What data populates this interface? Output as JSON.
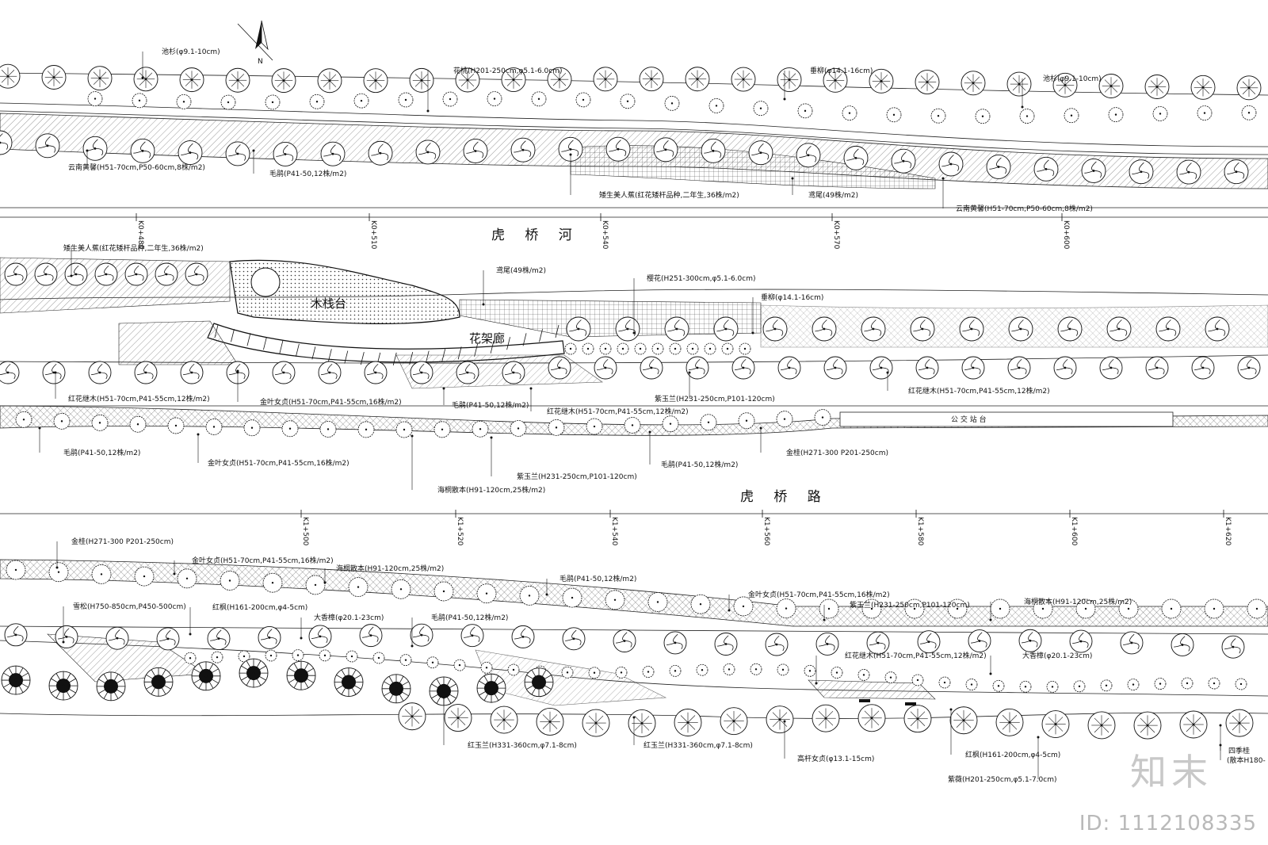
{
  "roads": {
    "river": "虎 桥 河",
    "road": "虎 桥 路"
  },
  "features": {
    "deck": "木栈台",
    "pergola": "花架廊",
    "bus_stop": "公 交 站 台"
  },
  "stations_top": [
    "K0+480",
    "K0+510",
    "K0+540",
    "K0+570",
    "K0+600"
  ],
  "stations_bottom": [
    "K1+500",
    "K1+520",
    "K1+540",
    "K1+560",
    "K1+580",
    "K1+600",
    "K1+620"
  ],
  "labels": {
    "b1_chishan_a": "池杉(φ9.1-10cm)",
    "b1_huatao": "花桃(H201-250cm,φ5.1-6.0cm)",
    "b1_chuiliu": "垂柳(φ14.1-16cm)",
    "b1_chishan_b": "池杉(φ9.1-10cm)",
    "b1_yunnan_a": "云南黄馨(H51-70cm,P50-60cm,8株/m2)",
    "b1_maojuan": "毛鹃(P41-50,12株/m2)",
    "b1_aisheng": "矮生美人蕉(红花矮杆品种,二年生,36株/m2)",
    "b1_yuanwei": "鸢尾(49株/m2)",
    "b1_yunnan_b": "云南黄馨(H51-70cm,P50-60cm,8株/m2)",
    "b2_aisheng": "矮生美人蕉(红花矮杆品种,二年生,36株/m2)",
    "b2_yuanwei": "鸢尾(49株/m2)",
    "b2_yinghua": "樱花(H251-300cm,φ5.1-6.0cm)",
    "b2_chuiliu": "垂柳(φ14.1-16cm)",
    "b2_hongji_a": "红花继木(H51-70cm,P41-55cm,12株/m2)",
    "b2_jinye_a": "金叶女贞(H51-70cm,P41-55cm,16株/m2)",
    "b2_maojuan_a": "毛鹃(P41-50,12株/m2)",
    "b2_hongji_b": "红花继木(H51-70cm,P41-55cm,12株/m2)",
    "b2_ziyulan_a": "紫玉兰(H231-250cm,P101-120cm)",
    "b2_hongji_c": "红花继木(H51-70cm,P41-55cm,12株/m2)",
    "b2_jingui": "金桂(H271-300 P201-250cm)",
    "b2_maojuan_b": "毛鹃(P41-50,12株/m2)",
    "b2_jinye_b": "金叶女贞(H51-70cm,P41-55cm,16株/m2)",
    "b2_haitong": "海桐散本(H91-120cm,25株/m2)",
    "b2_ziyulan_b": "紫玉兰(H231-250cm,P101-120cm)",
    "b2_maojuan_c": "毛鹃(P41-50,12株/m2)",
    "b3_jingui": "金桂(H271-300 P201-250cm)",
    "b3_jinye_a": "金叶女贞(H51-70cm,P41-55cm,16株/m2)",
    "b3_haitong_a": "海桐散本(H91-120cm,25株/m2)",
    "b3_maojuan_a": "毛鹃(P41-50,12株/m2)",
    "b3_jinye_b": "金叶女贞(H51-70cm,P41-55cm,16株/m2)",
    "b3_ziyulan": "紫玉兰(H231-250cm,P101-120cm)",
    "b3_haitong_b": "海桐散本(H91-120cm,25株/m2)",
    "b3_xuesong": "雪松(H750-850cm,P450-500cm)",
    "b3_hongfeng_a": "红枫(H161-200cm,φ4-5cm)",
    "b3_xiangzhang_a": "大香樟(φ20.1-23cm)",
    "b3_maojuan_b": "毛鹃(P41-50,12株/m2)",
    "b3_hongji": "红花继木(H51-70cm,P41-55cm,12株/m2)",
    "b3_xiangzhang_b": "大香樟(φ20.1-23cm)",
    "b3_hongyulan_a": "红玉兰(H331-360cm,φ7.1-8cm)",
    "b3_hongyulan_b": "红玉兰(H331-360cm,φ7.1-8cm)",
    "b3_gaogan": "高杆女贞(φ13.1-15cm)",
    "b3_hongfeng_b": "红枫(H161-200cm,φ4-5cm)",
    "b3_ziwei": "紫薇(H201-250cm,φ5.1-7.0cm)",
    "b3_siji": "四季桂",
    "b3_sanben": "(散本H180-"
  },
  "watermark": {
    "logo": "知末",
    "id": "ID: 1112108335"
  },
  "north": "N"
}
